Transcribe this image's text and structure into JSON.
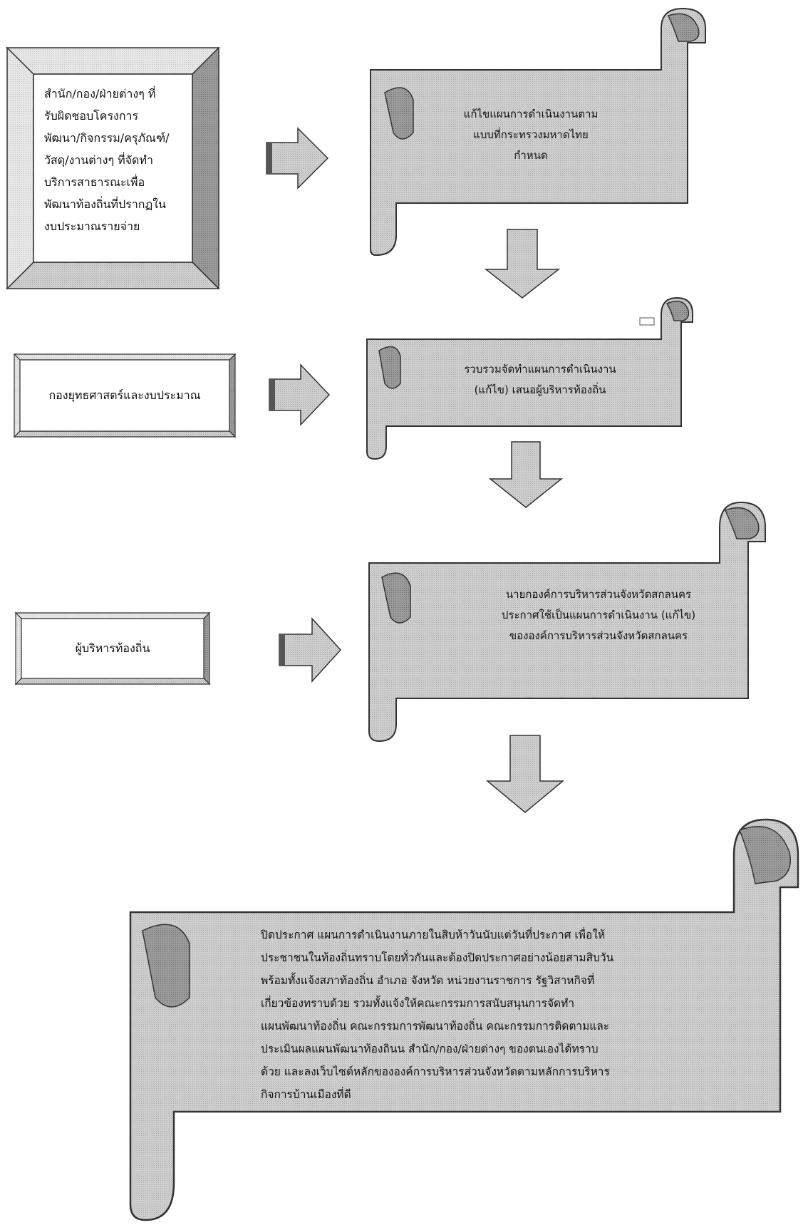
{
  "colors": {
    "fill": "#c8c8c8",
    "fill_dark": "#8e8e8e",
    "fill_light": "#e4e4e4",
    "curl_dark": "#6f6f6f",
    "arrow_fill": "#b4b4b4",
    "stroke": "#333333"
  },
  "left_boxes": {
    "offices": {
      "lines": [
        "สำนัก/กอง/ฝ่ายต่างๆ ที่",
        "รับผิดชอบโครงการ",
        "พัฒนา/กิจกรรม/ครุภัณฑ์/",
        "วัสดุ/งานต่างๆ ที่จัดทำ",
        "บริการสาธารณะเพื่อ",
        "พัฒนาท้องถิ่นที่ปรากฏใน",
        "งบประมาณรายจ่าย"
      ]
    },
    "strategy_division": {
      "label": "กองยุทธศาสตร์และงบประมาณ"
    },
    "local_executive": {
      "label": "ผู้บริหารท้องถิ่น"
    }
  },
  "scrolls": {
    "step1": {
      "lines": [
        "แก้ไขแผนการดำเนินงานตาม",
        "แบบที่กระทรวงมหาดไทย",
        "กำหนด"
      ]
    },
    "step2": {
      "lines": [
        "รวบรวมจัดทำแผนการดำเนินงาน",
        "(แก้ไข) เสนอผู้บริหารท้องถิ่น"
      ]
    },
    "step3": {
      "lines": [
        "นายกองค์การบริหารส่วนจังหวัดสกลนคร",
        "ประกาศใช้เป็นแผนการดำเนินงาน (แก้ไข)",
        "ขององค์การบริหารส่วนจังหวัดสกลนคร"
      ]
    },
    "step4": {
      "lines": [
        "ปิดประกาศ แผนการดำเนินงานภายในสิบห้าวันนับแต่วันที่ประกาศ เพื่อให้",
        "ประชาชนในท้องถิ่นทราบโดยทั่วกันและต้องปิดประกาศอย่างน้อยสามสิบวัน",
        "พร้อมทั้งแจ้งสภาท้องถิ่น อำเภอ จังหวัด หน่วยงานราชการ รัฐวิสาหกิจที่",
        "เกี่ยวข้องทราบด้วย รวมทั้งแจ้งให้คณะกรรมการสนับสนุนการจัดทำ",
        "แผนพัฒนาท้องถิ่น คณะกรรมการพัฒนาท้องถิ่น คณะกรรมการติดตามและ",
        "ประเมินผลแผนพัฒนาท้องถินน สำนัก/กอง/ฝ่ายต่างๆ ของตนเองได้ทราบ",
        "ด้วย และลงเว็บไซต์หลักขององค์การบริหารส่วนจังหวัดตามหลักการบริหาร",
        "กิจการบ้านเมืองที่ดี"
      ]
    }
  }
}
